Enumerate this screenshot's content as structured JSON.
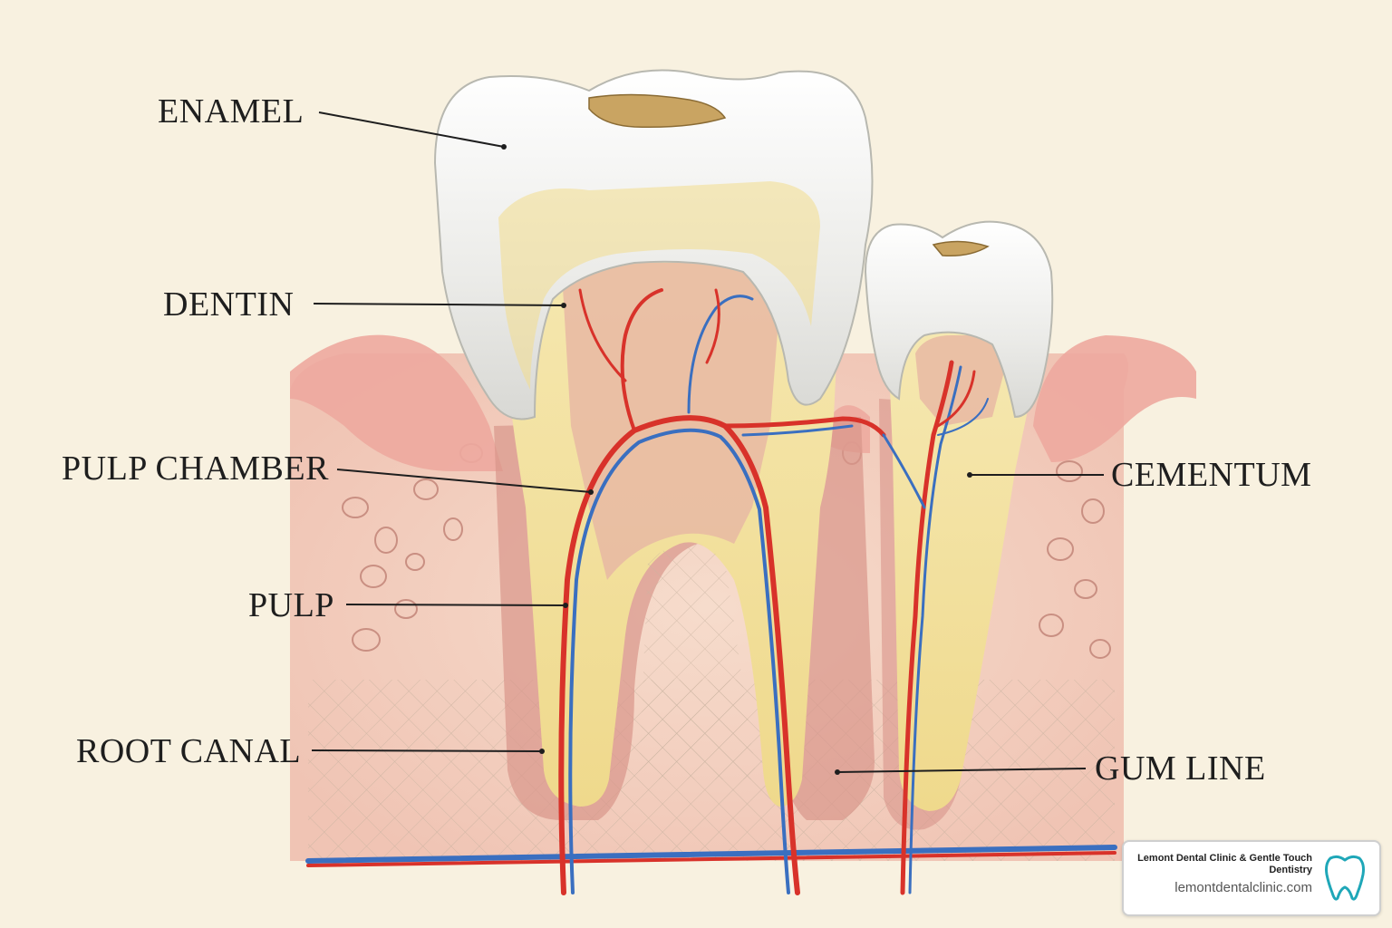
{
  "labels": {
    "enamel": "ENAMEL",
    "dentin": "DENTIN",
    "pulp_chamber": "PULP CHAMBER",
    "pulp": "PULP",
    "root_canal": "ROOT CANAL",
    "cementum": "CEMENTUM",
    "gum_line": "GUM LINE"
  },
  "badge": {
    "name": "Lemont Dental Clinic & Gentle Touch Dentistry",
    "url": "lemontdentalclinic.com",
    "logo_icon": "tooth-icon"
  },
  "colors": {
    "background": "#f8f1e0",
    "gum": "#f0b4ac",
    "bone": "#f4d4c4",
    "enamel": "#f1f1ef",
    "dentin": "#f3e2a2",
    "artery": "#d8322a",
    "vein": "#3a6fc0",
    "logo": "#1fa7b8"
  }
}
